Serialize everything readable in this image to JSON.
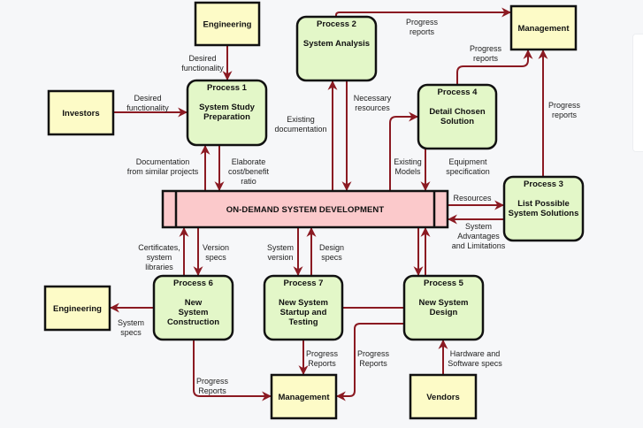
{
  "diagram": {
    "type": "data-flow-diagram",
    "colors": {
      "process_fill": "#e3f7c8",
      "entity_fill": "#fdfbc7",
      "store_fill": "#fbc9cb",
      "flow": "#8b1a22",
      "border": "#111111",
      "background": "#f6f7f9"
    },
    "central_store": {
      "label": "ON-DEMAND SYSTEM DEVELOPMENT"
    },
    "entities": [
      {
        "id": "engineering_top",
        "label": "Engineering"
      },
      {
        "id": "investors",
        "label": "Investors"
      },
      {
        "id": "management_top",
        "label": "Management"
      },
      {
        "id": "engineering_left",
        "label": "Engineering"
      },
      {
        "id": "management_bottom",
        "label": "Management"
      },
      {
        "id": "vendors",
        "label": "Vendors"
      }
    ],
    "processes": [
      {
        "id": "p1",
        "number": "Process 1",
        "lines": [
          "System Study",
          "Preparation"
        ]
      },
      {
        "id": "p2",
        "number": "Process 2",
        "lines": [
          "System Analysis"
        ]
      },
      {
        "id": "p3",
        "number": "Process 3",
        "lines": [
          "List Possible",
          "System Solutions"
        ]
      },
      {
        "id": "p4",
        "number": "Process 4",
        "lines": [
          "Detail Chosen",
          "Solution"
        ]
      },
      {
        "id": "p5",
        "number": "Process 5",
        "lines": [
          "New System",
          "Design"
        ]
      },
      {
        "id": "p6",
        "number": "Process 6",
        "lines": [
          "New",
          "System",
          "Construction"
        ]
      },
      {
        "id": "p7",
        "number": "Process 7",
        "lines": [
          "New System",
          "Startup and",
          "Testing"
        ]
      }
    ],
    "flows": [
      {
        "id": "f1",
        "from": "engineering_top",
        "to": "p1",
        "lines": [
          "Desired",
          "functionality"
        ]
      },
      {
        "id": "f2",
        "from": "investors",
        "to": "p1",
        "lines": [
          "Desired",
          "functionality"
        ]
      },
      {
        "id": "f3",
        "from": "store",
        "to": "p1",
        "lines": [
          "Documentation",
          "from similar projects"
        ]
      },
      {
        "id": "f4",
        "from": "p1",
        "to": "store",
        "lines": [
          "Elaborate",
          "cost/benefit",
          "ratio"
        ]
      },
      {
        "id": "f5",
        "from": "p2",
        "to": "management_top",
        "lines": [
          "Progress",
          "reports"
        ]
      },
      {
        "id": "f6",
        "from": "store",
        "to": "p2",
        "lines": [
          "Existing",
          "documentation"
        ]
      },
      {
        "id": "f7",
        "from": "p2",
        "to": "store",
        "lines": [
          "Necessary",
          "resources"
        ]
      },
      {
        "id": "f8",
        "from": "p4",
        "to": "management_top",
        "lines": [
          "Progress",
          "reports"
        ]
      },
      {
        "id": "f9",
        "from": "store",
        "to": "p4",
        "lines": [
          "Existing",
          "Models"
        ]
      },
      {
        "id": "f10",
        "from": "p4",
        "to": "store",
        "lines": [
          "Equipment",
          "specification"
        ]
      },
      {
        "id": "f11",
        "from": "p3",
        "to": "management_top",
        "lines": [
          "Progress",
          "reports"
        ]
      },
      {
        "id": "f12",
        "from": "store",
        "to": "p3",
        "lines": [
          "Resources"
        ]
      },
      {
        "id": "f13",
        "from": "p3",
        "to": "store",
        "lines": [
          "System",
          "Advantages",
          "and Limitations"
        ]
      },
      {
        "id": "f14",
        "from": "p6",
        "to": "store",
        "lines": [
          "Certificates,",
          "system",
          "libraries"
        ]
      },
      {
        "id": "f15",
        "from": "store",
        "to": "p6",
        "lines": [
          "Version",
          "specs"
        ]
      },
      {
        "id": "f16",
        "from": "store",
        "to": "p7",
        "lines": [
          "System",
          "version"
        ]
      },
      {
        "id": "f17",
        "from": "p7",
        "to": "store",
        "lines": [
          "Design",
          "specs"
        ]
      },
      {
        "id": "f18",
        "from": "p6",
        "to": "engineering_left",
        "lines": [
          "System",
          "specs"
        ]
      },
      {
        "id": "f19",
        "from": "p6",
        "to": "management_bottom",
        "lines": [
          "Progress",
          "Reports"
        ]
      },
      {
        "id": "f20",
        "from": "p7",
        "to": "management_bottom",
        "lines": [
          "Progress",
          "Reports"
        ]
      },
      {
        "id": "f21",
        "from": "p5",
        "to": "management_bottom",
        "lines": [
          "Progress",
          "Reports"
        ]
      },
      {
        "id": "f22",
        "from": "vendors",
        "to": "p5",
        "lines": [
          "Hardware and",
          "Software specs"
        ]
      },
      {
        "id": "f23",
        "from": "store",
        "to": "p5",
        "lines": []
      },
      {
        "id": "f24",
        "from": "p5",
        "to": "store",
        "lines": []
      },
      {
        "id": "f25",
        "from": "p7",
        "to": "p5",
        "lines": []
      }
    ]
  }
}
